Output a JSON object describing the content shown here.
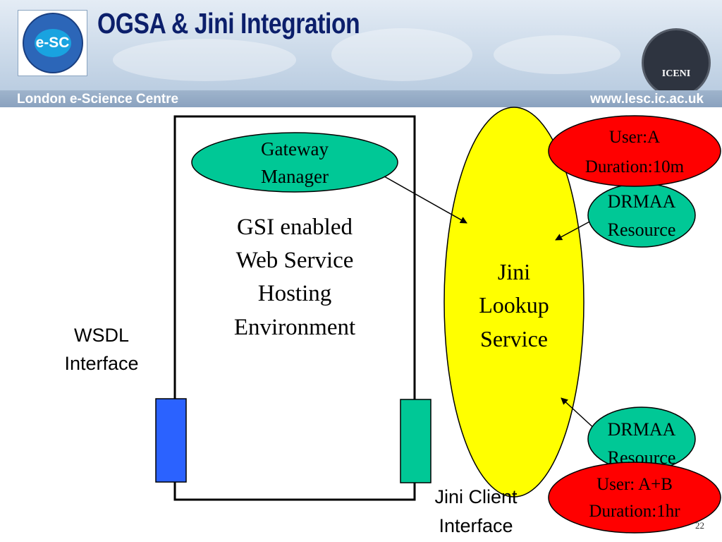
{
  "header": {
    "title": "OGSA & Jini Integration",
    "left_logo_text": "e-SC",
    "right_logo_text": "ICENI",
    "bar_left": "London e-Science Centre",
    "bar_right": "www.lesc.ic.ac.uk"
  },
  "diagram": {
    "container_lines": [
      "GSI enabled",
      "Web Service",
      "Hosting",
      "Environment"
    ],
    "gateway_manager": [
      "Gateway",
      "Manager"
    ],
    "jini_lookup": [
      "Jini",
      "Lookup",
      "Service"
    ],
    "wsdl_label": [
      "WSDL",
      "Interface"
    ],
    "jini_client_label": [
      "Jini Client",
      "Interface"
    ],
    "drmaa_top": [
      "DRMAA",
      "Resource"
    ],
    "drmaa_bottom": [
      "DRMAA",
      "Resource"
    ],
    "user_a": [
      "User:A",
      "Duration:10m"
    ],
    "user_ab": [
      "User: A+B",
      "Duration:1hr"
    ]
  },
  "colors": {
    "title": "#0c1f6b",
    "ellipse_green": "#00c896",
    "ellipse_yellow": "#ffff00",
    "ellipse_red": "#ff0000",
    "wsdl_blue": "#2b62ff",
    "jini_green": "#00c896"
  },
  "slide_number": "22"
}
